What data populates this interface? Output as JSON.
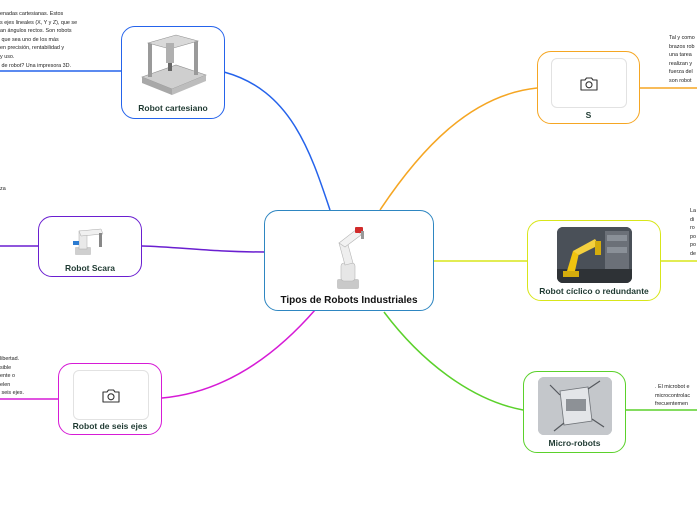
{
  "colors": {
    "center": "#2e86c1",
    "cartesiano": "#2563eb",
    "scara": "#6a1fd0",
    "seis_ejes": "#d61bd6",
    "s": "#f5a623",
    "ciclico": "#d8e61a",
    "micro": "#5bd12b"
  },
  "center": {
    "title": "Tipos de Robots Industriales",
    "icon": "industrial-robot-arm-image"
  },
  "nodes": {
    "cartesiano": {
      "label": "Robot cartesiano",
      "icon": "gantry-robot-image"
    },
    "scara": {
      "label": "Robot Scara",
      "icon": "scara-robot-image"
    },
    "seis_ejes": {
      "label": "Robot de seis ejes",
      "icon": "camera-icon"
    },
    "s": {
      "label": "S",
      "icon": "camera-icon"
    },
    "ciclico": {
      "label": "Robot cíclico o redundante",
      "icon": "welding-robot-photo"
    },
    "micro": {
      "label": "Micro-robots",
      "icon": "microrobot-photo"
    }
  },
  "notes": {
    "cartesiano": "enadas cartesianas. Estos\ns ejes lineales (X, Y y Z), que se\nan ángulos rectos. Son robots\n que sea uno de los más\nen precisión, rentabilidad y\ny uso.\n de robot? Una impresora 3D.",
    "scara": "za",
    "seis_ejes": "libertad.\nsible\nente o\nelen\n seis ejes.",
    "s": "Tal y como\nbrazos rob\nuna tarea\nrealizan y\nfuerza del\nson robot",
    "ciclico": "La\ndi\nro\npo\npo\nde",
    "micro": ". El microbot e\nmicrocontrolac\nfrecuentemen"
  }
}
